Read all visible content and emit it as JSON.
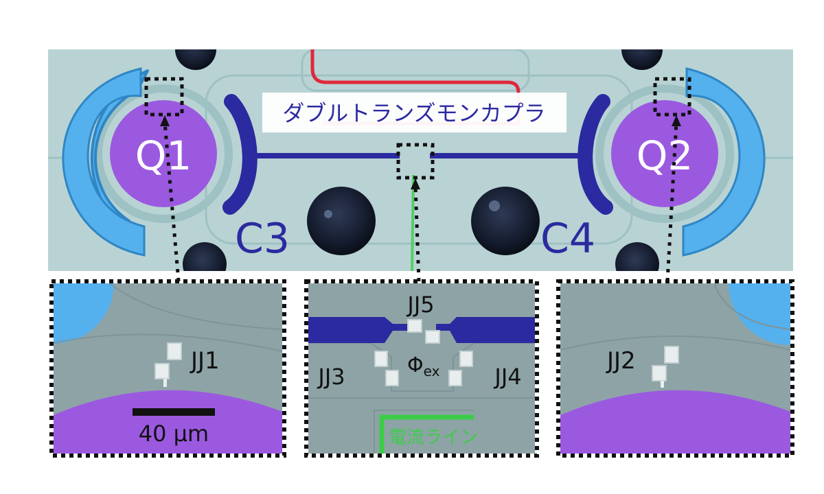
{
  "colors": {
    "chip_background": "#b9d3d4",
    "qubit_purple": "#9b59e0",
    "coupler_navy": "#2b2aa0",
    "pad_blue": "#55b0ee",
    "flux_line_red": "#e0283c",
    "current_line_green": "#3ccd48",
    "zoom_background": "#8ea3a6",
    "junction_white": "#e8eeee",
    "hole_dark": "#151c2e"
  },
  "top_view": {
    "qubit_1_label": "Q1",
    "qubit_2_label": "Q2",
    "capacitor_3_label": "C3",
    "capacitor_4_label": "C4",
    "coupler_label": "ダブルトランズモンカプラ"
  },
  "zoom_left": {
    "junction_label": "JJ1",
    "scale_bar_label": "40 μm"
  },
  "zoom_center": {
    "junction_top_label": "JJ5",
    "junction_left_label": "JJ3",
    "junction_right_label": "JJ4",
    "flux_symbol": "Φ",
    "flux_subscript": "ex",
    "current_line_label": "電流ライン"
  },
  "zoom_right": {
    "junction_label": "JJ2"
  }
}
